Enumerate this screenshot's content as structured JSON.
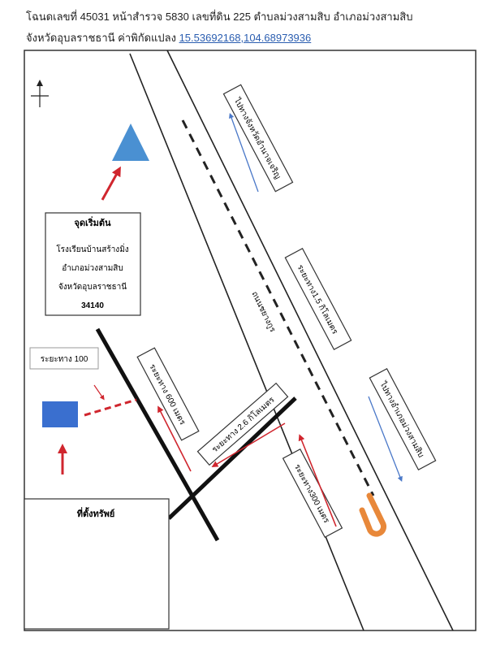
{
  "header": {
    "line1": "โฉนดเลขที่ 45031 หน้าสำรวจ 5830 เลขที่ดิน 225  ตำบลม่วงสามสิบ อำเภอม่วงสามสิบ",
    "line2_prefix": "จังหวัดอุบลราชธานี ค่าพิกัดแปลง ",
    "coordinates": "15.53692168,104.68973936"
  },
  "map": {
    "start_box": {
      "title": "จุดเริ่มต้น",
      "lines": [
        "โรงเรียนบ้านสร้างมิ่ง",
        "อำเภอม่วงสามสิบ",
        "จังหวัดอุบลราชธานี",
        "34140"
      ]
    },
    "distance_100": "ระยะทาง 100",
    "property_label": "ที่ตั้งทรัพย์",
    "road_name": "ถนนชยางกูร",
    "label_to_amnat": "ไปทางจังหวัดอำนาจเจริญ",
    "label_1_5km": "ระยะทาง1.5 กิโลเมตร",
    "label_to_muang": "ไปทางอำเภอม่วงสามสิบ",
    "label_600m": "ระยะทาง 600 เมตร",
    "label_2_6km": "ระยะทาง 2.6 กิโลเมตร",
    "label_300m": "ระยะทาง300 เมตร",
    "colors": {
      "arrow_red": "#d0262e",
      "triangle_blue": "#4a90d2",
      "square_blue": "#3a6fcf",
      "uturn_orange": "#e8883a",
      "link_blue": "#2a5db0"
    }
  }
}
